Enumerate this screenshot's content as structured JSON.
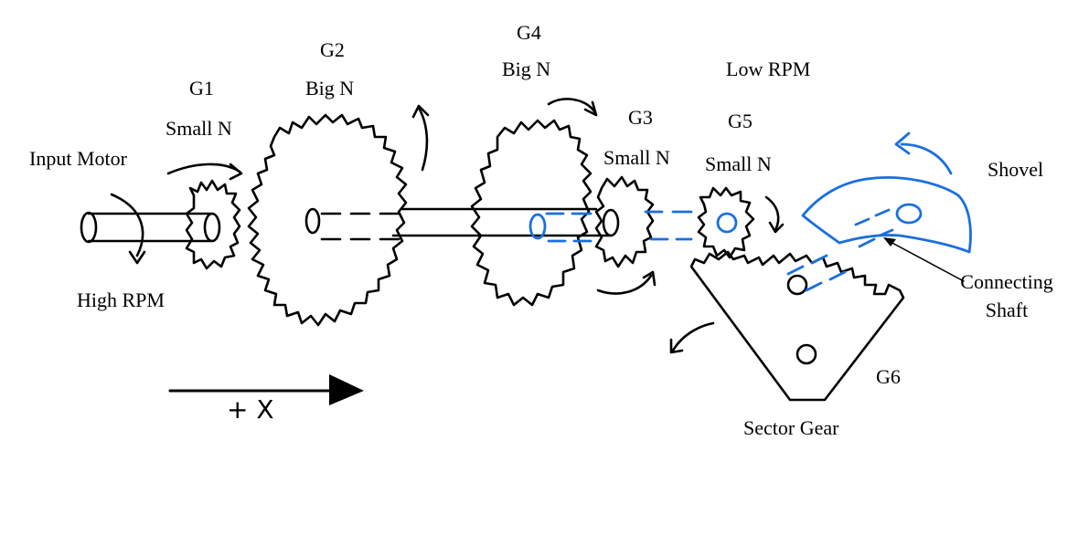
{
  "labels": {
    "input_motor": "Input Motor",
    "high_rpm": "High RPM",
    "g1_name": "G1",
    "g1_desc": "Small N",
    "g2_name": "G2",
    "g2_desc": "Big N",
    "g4_name": "G4",
    "g4_desc": "Big N",
    "g3_name": "G3",
    "g3_desc": "Small N",
    "low_rpm": "Low RPM",
    "g5_name": "G5",
    "g5_desc": "Small N",
    "shovel": "Shovel",
    "connecting_shaft_line1": "Connecting",
    "connecting_shaft_line2": "Shaft",
    "g6_name": "G6",
    "sector_gear": "Sector Gear",
    "axis_label": "+ X"
  },
  "colors": {
    "ink": "#000000",
    "highlight": "#1a6fe0"
  }
}
